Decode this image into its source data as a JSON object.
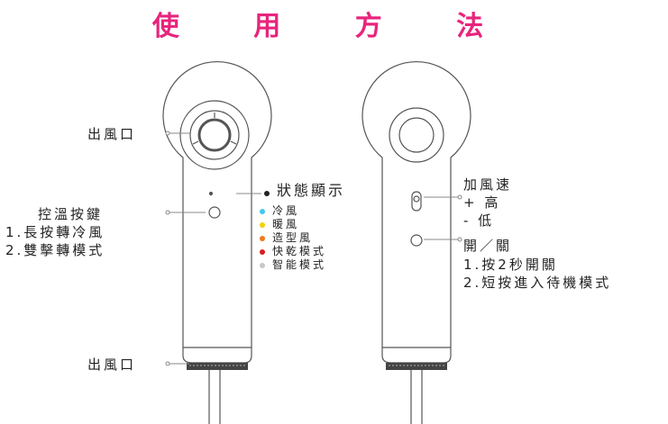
{
  "title": "使 用 方 法",
  "left_device": {
    "outlet_top": "出風口",
    "temp_button": {
      "title": "控溫按鍵",
      "line1": "1.長按轉冷風",
      "line2": "2.雙擊轉模式"
    },
    "status_label": "狀態顯示",
    "legend": [
      {
        "label": "冷風",
        "color": "#3fc8f0"
      },
      {
        "label": "暖風",
        "color": "#f2d300"
      },
      {
        "label": "造型風",
        "color": "#f07a1a"
      },
      {
        "label": "快乾模式",
        "color": "#d81e1e"
      },
      {
        "label": "智能模式",
        "color": "#c8c8c8"
      }
    ],
    "outlet_bottom": "出風口"
  },
  "right_device": {
    "speed": {
      "title": "加風速",
      "high": "+ 高",
      "low": "- 低"
    },
    "power": {
      "title": "開／關",
      "line1": "1.按2秒開關",
      "line2": "2.短按進入待機模式"
    }
  }
}
